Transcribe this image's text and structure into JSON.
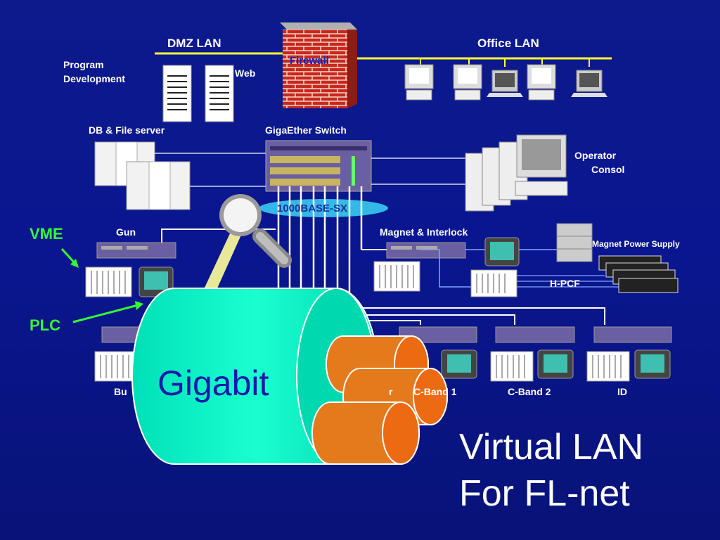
{
  "title_line1": "Virtual LAN",
  "title_line2": "For FL-net",
  "labels": {
    "dmz_lan": "DMZ LAN",
    "office_lan": "Office LAN",
    "program_dev": "Program\nDevelopment",
    "program": "Program",
    "development": "Development",
    "web": "Web",
    "firewall": "Firewall",
    "db_file_server": "DB & File server",
    "gigaether_switch": "GigaEther Switch",
    "operator": "Operator",
    "consol": "Consol",
    "base_sx": "1000BASE-SX",
    "vme": "VME",
    "plc": "PLC",
    "gun": "Gun",
    "magnet_interlock": "Magnet & Interlock",
    "magnet_power_supply": "Magnet Power Supply",
    "hpcf": "H-PCF",
    "bu": "Bu",
    "r": "r",
    "cband1": "C-Band 1",
    "cband2": "C-Band 2",
    "id": "ID",
    "gigabit": "Gigabit"
  },
  "colors": {
    "lan_line": "#ffff33",
    "cylinder": "#00ffcc",
    "fiber": "#e87818",
    "arrow": "#33ff33"
  }
}
